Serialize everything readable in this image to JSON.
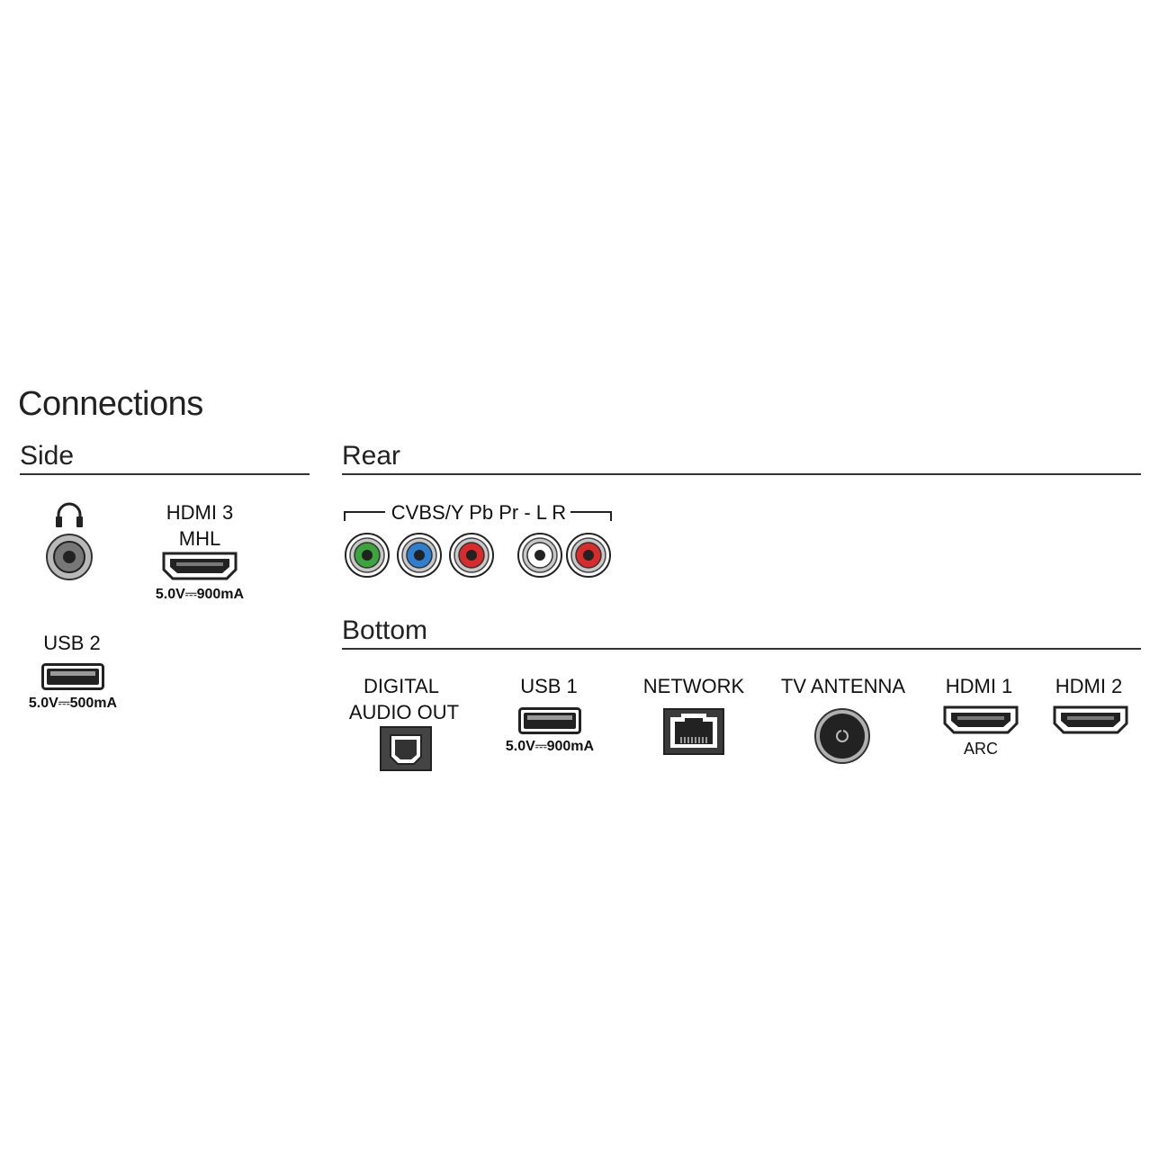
{
  "title": "Connections",
  "sections": {
    "side": "Side",
    "rear": "Rear",
    "bottom": "Bottom"
  },
  "side": {
    "hdmi3_label_line1": "HDMI 3",
    "hdmi3_label_line2": "MHL",
    "hdmi3_spec": "5.0V⎓900mA",
    "usb2_label": "USB 2",
    "usb2_spec": "5.0V⎓500mA"
  },
  "rear": {
    "av_group_label": "CVBS/Y Pb Pr - L R",
    "jack_colors": [
      "#3aa53a",
      "#2e7fd0",
      "#d92b2b",
      "#ffffff",
      "#d92b2b"
    ]
  },
  "bottom": {
    "digital_audio_line1": "DIGITAL",
    "digital_audio_line2": "AUDIO OUT",
    "usb1_label": "USB 1",
    "usb1_spec": "5.0V⎓900mA",
    "network_label": "NETWORK",
    "antenna_label": "TV ANTENNA",
    "hdmi1_label": "HDMI 1",
    "hdmi1_sub": "ARC",
    "hdmi2_label": "HDMI 2"
  }
}
